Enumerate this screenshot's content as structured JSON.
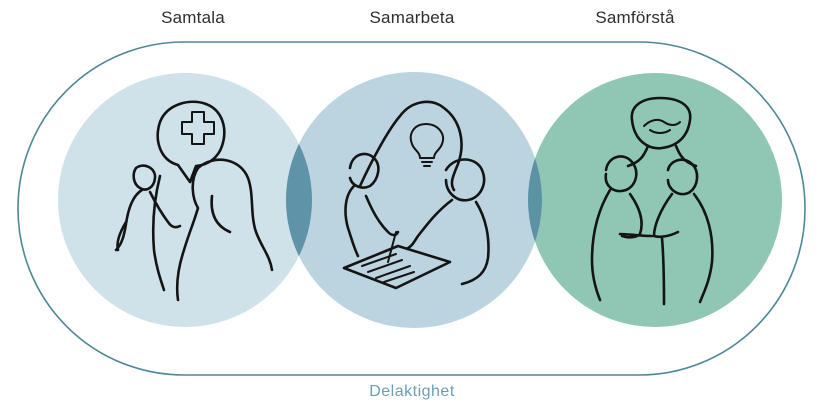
{
  "labels": {
    "left": "Samtala",
    "middle": "Samarbeta",
    "right": "Samförstå"
  },
  "footer": "Delaktighet",
  "colors": {
    "outline": "#4e8796",
    "circle_left": "#cfe2ea",
    "circle_middle": "#bcd4e0",
    "circle_right": "#8fc7b4",
    "overlap": "#5f93a8",
    "footer_text": "#6b9fb3"
  },
  "icons": {
    "left": "healthcare-conversation-illustration",
    "middle": "collaboration-illustration",
    "right": "mutual-understanding-illustration"
  }
}
